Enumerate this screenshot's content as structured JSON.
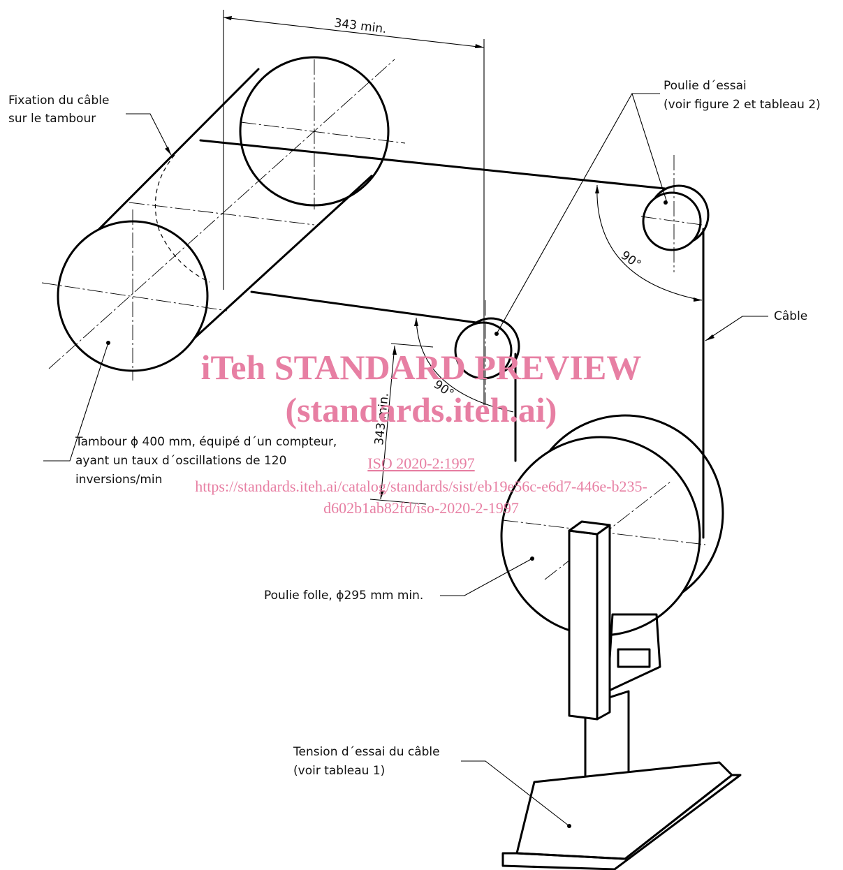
{
  "labels": {
    "cable_fixing_1": "Fixation du câble",
    "cable_fixing_2": "sur le tambour",
    "test_pulley_1": "Poulie d´essai",
    "test_pulley_2": "(voir figure 2 et tableau 2)",
    "cable": "Câble",
    "drum_1": "Tambour ϕ 400 mm, équipé d´un compteur,",
    "drum_2": "ayant un taux d´oscillations de 120",
    "drum_3": "inversions/min",
    "idler_pulley": "Poulie folle, ϕ295 mm min.",
    "tension_1": "Tension d´essai du câble",
    "tension_2": "(voir tableau 1)"
  },
  "dimensions": {
    "top_length": "343 min.",
    "vertical_length": "343 min.",
    "angle_right": "90°",
    "angle_left": "90°"
  },
  "watermark": {
    "title": "iTeh STANDARD PREVIEW",
    "site": "(standards.iteh.ai)",
    "code": "ISO 2020-2:1997",
    "url_1": "https://standards.iteh.ai/catalog/standards/sist/eb19e56c-e6d7-446e-b235-",
    "url_2": "d602b1ab82fd/iso-2020-2-1997"
  },
  "colors": {
    "line": "#000000",
    "watermark": "#e77fa3"
  }
}
